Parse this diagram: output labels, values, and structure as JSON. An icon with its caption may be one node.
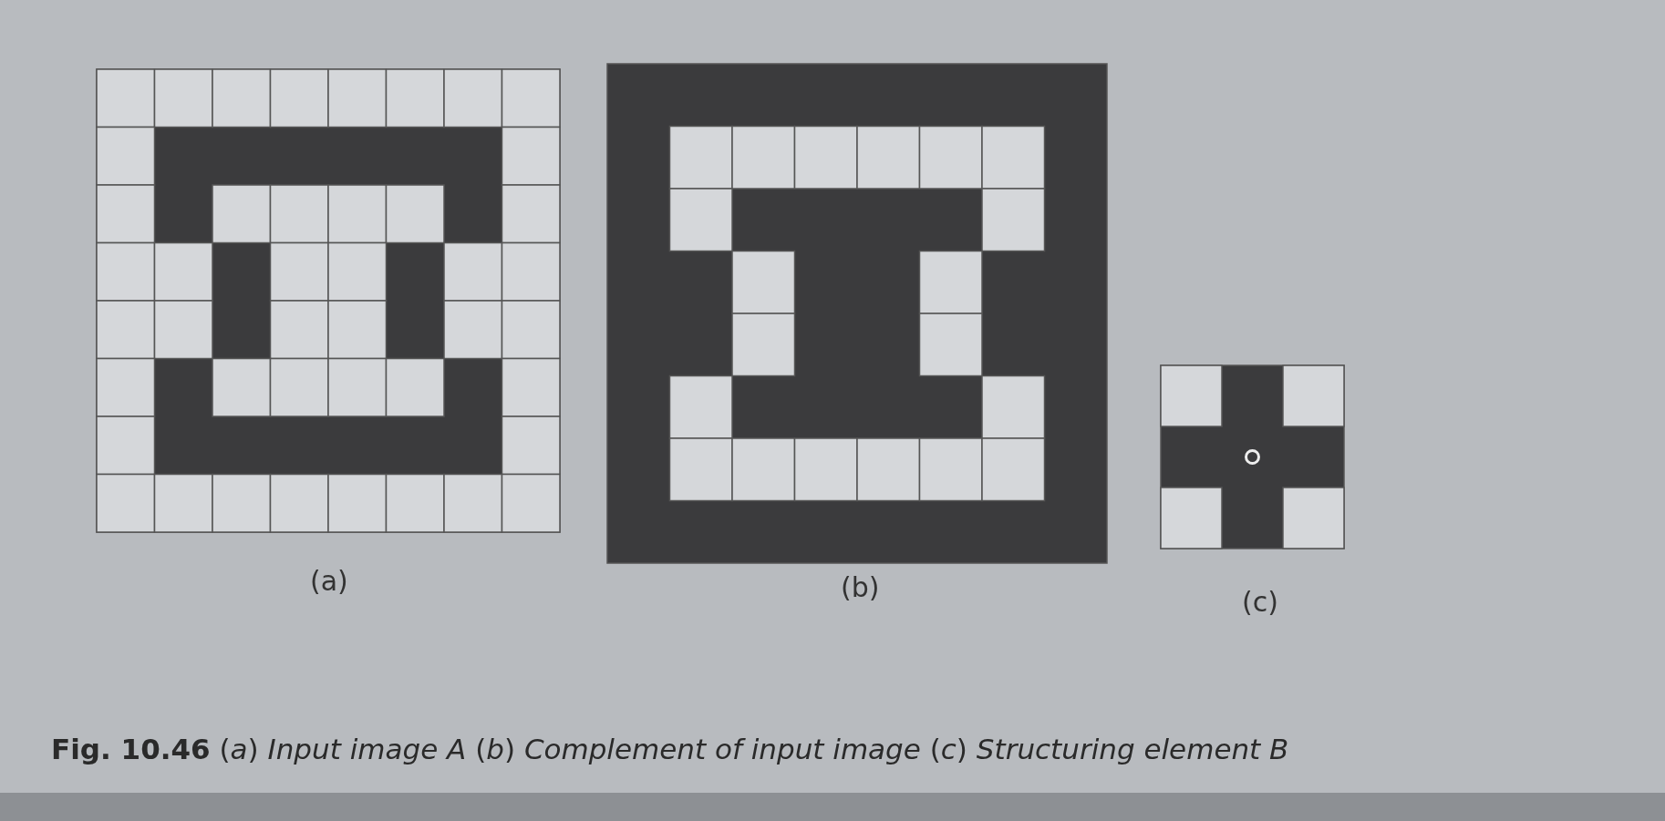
{
  "diagram": {
    "caption": "**Fig. 10.46** (*a*) *Input image A* (*b*) *Complement of input image* (*c*) *Structuring element B*",
    "labels": [
      "(a)",
      "(b)",
      "(c)"
    ]
  }
}
